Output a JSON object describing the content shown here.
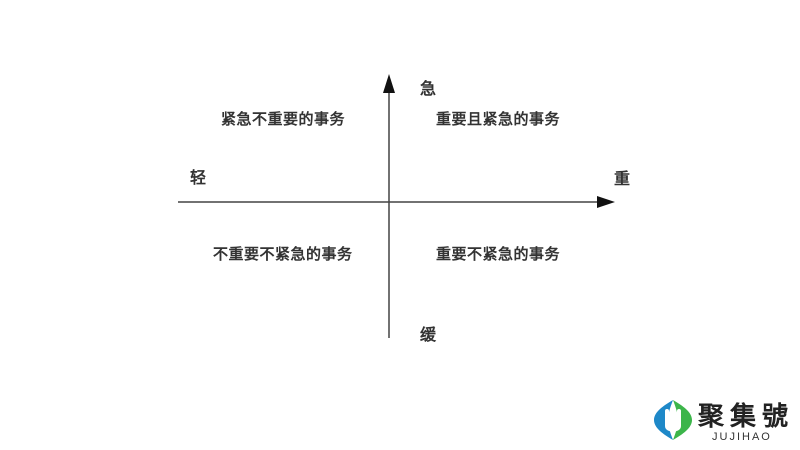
{
  "diagram": {
    "type": "quadrant-matrix",
    "axes": {
      "y_top_label": "急",
      "y_bottom_label": "缓",
      "x_left_label": "轻",
      "x_right_label": "重"
    },
    "quadrants": {
      "top_left": "紧急不重要的事务",
      "top_right": "重要且紧急的事务",
      "bottom_left": "不重要不紧急的事务",
      "bottom_right": "重要不紧急的事务"
    },
    "colors": {
      "axis": "#333333",
      "text": "#333333"
    }
  },
  "logo": {
    "name": "聚集號",
    "subtitle": "JUJIHAO",
    "colors": {
      "blue": "#1e88c8",
      "green": "#3cb54a"
    }
  }
}
